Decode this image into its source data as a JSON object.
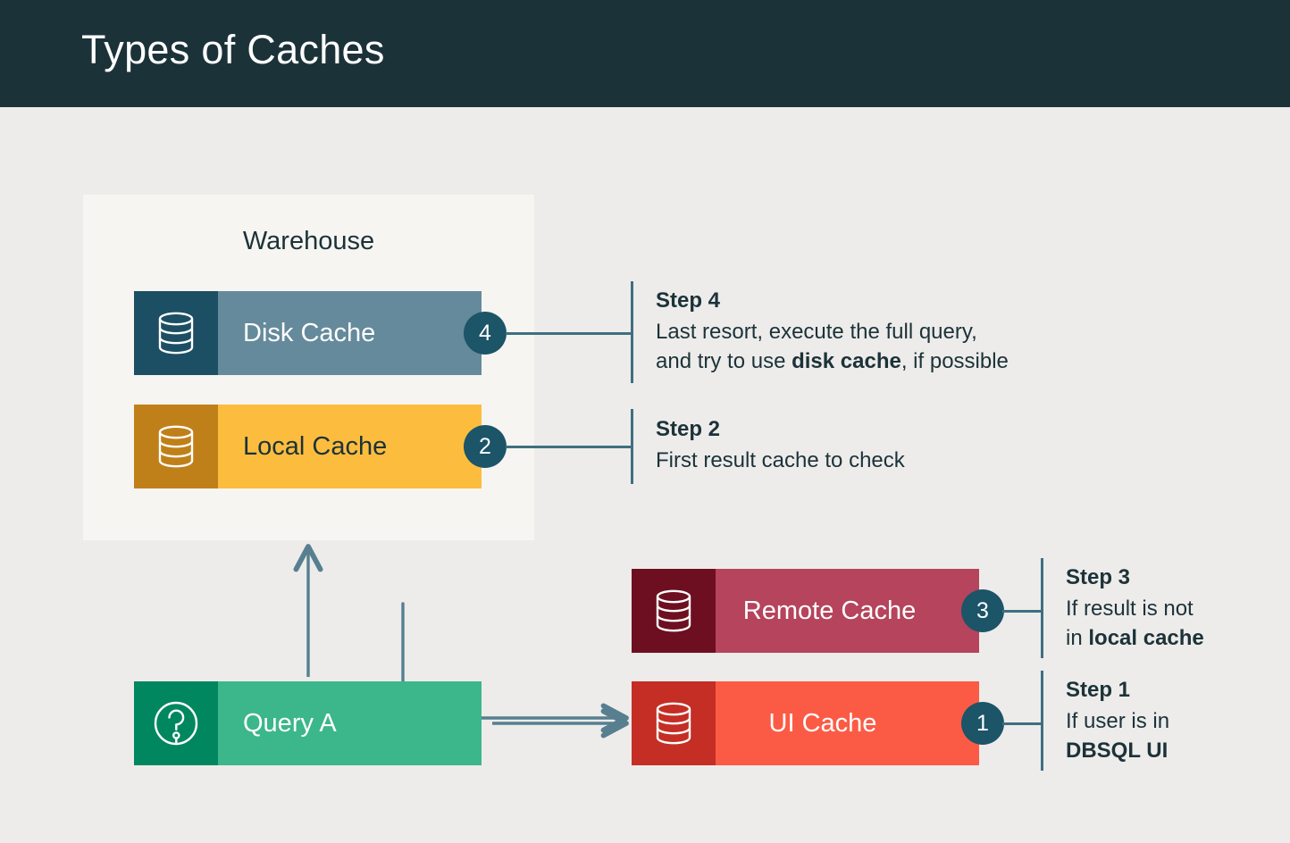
{
  "header": {
    "title": "Types of Caches",
    "background": "#1c3239",
    "text_color": "#ffffff"
  },
  "canvas": {
    "background": "#edecea",
    "connector_color": "#3f6f80",
    "badge_color": "#1c5468",
    "text_color": "#1c3239"
  },
  "warehouse": {
    "label": "Warehouse",
    "background": "#f6f5f1"
  },
  "nodes": [
    {
      "key": "disk_cache",
      "label": "Disk Cache",
      "icon": "database-icon",
      "icon_bg": "#1c4f63",
      "body_bg": "#658a9b",
      "text_color": "#ffffff",
      "badge": "4"
    },
    {
      "key": "local_cache",
      "label": "Local Cache",
      "icon": "database-icon",
      "icon_bg": "#c08019",
      "body_bg": "#fcbd3f",
      "text_color": "#1c3239",
      "badge": "2"
    },
    {
      "key": "remote_cache",
      "label": "Remote Cache",
      "icon": "database-icon",
      "icon_bg": "#6e0f21",
      "body_bg": "#b5445c",
      "text_color": "#ffffff",
      "badge": "3"
    },
    {
      "key": "ui_cache",
      "label": "UI Cache",
      "icon": "database-icon",
      "icon_bg": "#c42e24",
      "body_bg": "#fb5b45",
      "text_color": "#ffffff",
      "badge": "1"
    },
    {
      "key": "query_a",
      "label": "Query A",
      "icon": "question-circle-icon",
      "icon_bg": "#00875f",
      "body_bg": "#3cb68b",
      "text_color": "#ffffff",
      "badge": ""
    }
  ],
  "steps": [
    {
      "key": "step4",
      "number": "4",
      "title": "Step 4",
      "desc_line1": "Last resort, execute the full query,",
      "desc_line2_pre": "and try to use ",
      "desc_line2_bold": "disk cache",
      "desc_line2_post": ", if possible",
      "target": "disk_cache"
    },
    {
      "key": "step2",
      "number": "2",
      "title": "Step 2",
      "desc_line1": "First result cache to check",
      "desc_line2_pre": "",
      "desc_line2_bold": "",
      "desc_line2_post": "",
      "target": "local_cache"
    },
    {
      "key": "step3",
      "number": "3",
      "title": "Step 3",
      "desc_line1": "If result is not",
      "desc_line2_pre": "in ",
      "desc_line2_bold": "local cache",
      "desc_line2_post": "",
      "target": "remote_cache"
    },
    {
      "key": "step1",
      "number": "1",
      "title": "Step 1",
      "desc_line1": "If user is in",
      "desc_line2_pre": "",
      "desc_line2_bold": "DBSQL UI",
      "desc_line2_post": "",
      "target": "ui_cache"
    }
  ],
  "flows": [
    {
      "key": "query-to-warehouse",
      "from": "query_a",
      "to": "warehouse",
      "style": "straight-up"
    },
    {
      "key": "query-to-ui-cache",
      "from": "query_a",
      "to": "ui_cache",
      "style": "straight-right"
    },
    {
      "key": "local-to-remote-cache",
      "from": "local_cache",
      "to": "remote_cache",
      "style": "elbow-down-right"
    }
  ]
}
